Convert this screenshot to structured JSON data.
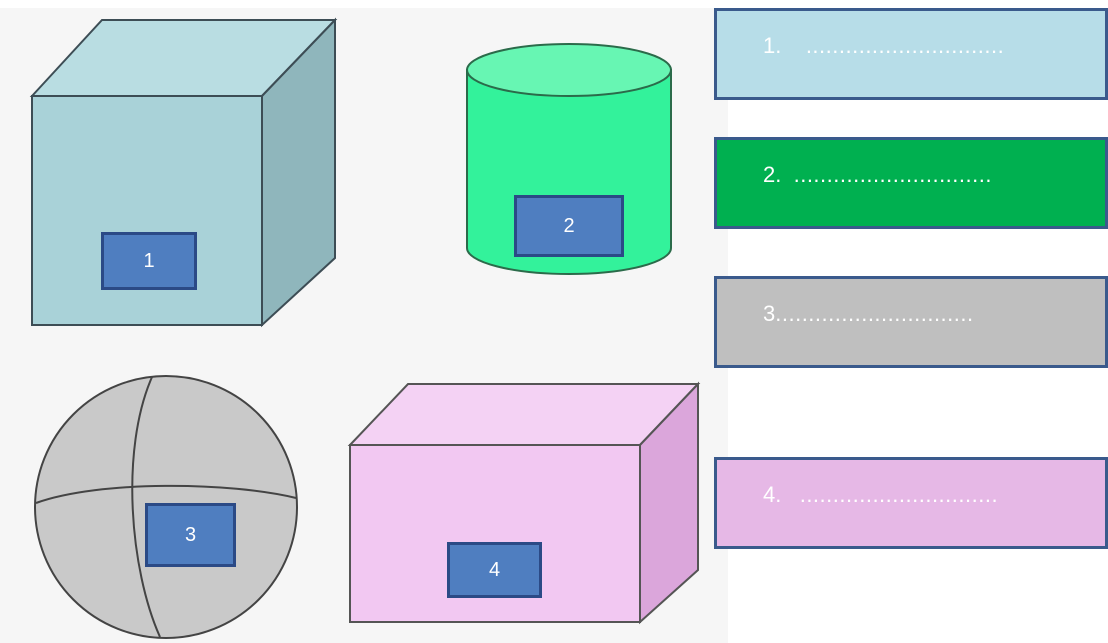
{
  "shapes": [
    {
      "id": "cube",
      "label": "1",
      "color_front": "#a9d2d8",
      "color_top": "#b9dde2",
      "color_side": "#8fb6bc"
    },
    {
      "id": "cylinder",
      "label": "2",
      "color_body": "#33f29b",
      "color_top": "#67f6b3"
    },
    {
      "id": "sphere",
      "label": "3",
      "color": "#c9c9c9"
    },
    {
      "id": "cuboid",
      "label": "4",
      "color_front": "#f2c8f2",
      "color_top": "#f4d2f4",
      "color_side": "#dba6db"
    }
  ],
  "answers": [
    {
      "number": "1.",
      "blank": "..............................",
      "bg": "#b7dde8"
    },
    {
      "number": "2.",
      "blank": "..............................",
      "bg": "#00b050"
    },
    {
      "number": "3",
      "blank": "..............................",
      "bg": "#bfbfbf"
    },
    {
      "number": "4.",
      "blank": "..............................",
      "bg": "#e6b8e6"
    }
  ]
}
